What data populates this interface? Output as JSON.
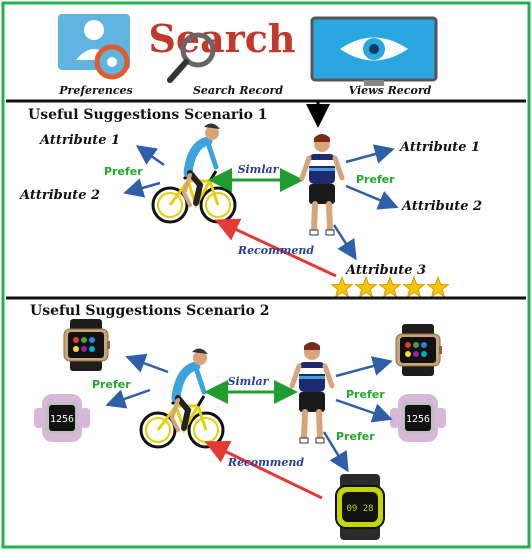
{
  "header": {
    "preferences_label": "Preferences",
    "search_word": "Search",
    "search_record_label": "Search Record",
    "views_record_label": "Views Record"
  },
  "scenario1": {
    "title": "Useful Suggestions Scenario 1",
    "left_attr1": "Attribute 1",
    "left_attr2": "Attribute 2",
    "left_prefer": "Prefer",
    "similar": "Simlar",
    "right_attr1": "Attribute 1",
    "right_attr2": "Attribute 2",
    "right_prefer": "Prefer",
    "recommend": "Recommend",
    "attr3": "Attribute 3",
    "stars": 5
  },
  "scenario2": {
    "title": "Useful Suggestions Scenario 2",
    "left_prefer": "Prefer",
    "similar": "Simlar",
    "right_prefer1": "Prefer",
    "right_prefer2": "Prefer",
    "recommend": "Recommend",
    "watch_time": "1256",
    "band_time": "09 28"
  },
  "colors": {
    "border": "#22b04b",
    "arrow_blue": "#2e5fa8",
    "arrow_red": "#e53935",
    "arrow_green": "#1f9d2e",
    "label_green": "#22a82a",
    "label_blue": "#283e9a",
    "star": "#f5c400"
  }
}
